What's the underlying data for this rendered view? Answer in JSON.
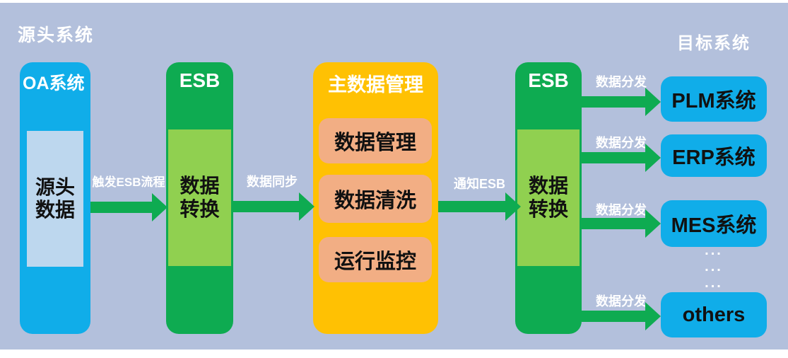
{
  "labels": {
    "source_system": "源头系统",
    "target_system": "目标系统"
  },
  "nodes": {
    "oa": {
      "title": "OA系统",
      "inner_lines": [
        "源头",
        "数据"
      ]
    },
    "esb_left": {
      "title": "ESB",
      "inner_lines": [
        "数据",
        "转换"
      ]
    },
    "mdm": {
      "title": "主数据管理",
      "items": [
        "数据管理",
        "数据清洗",
        "运行监控"
      ]
    },
    "esb_right": {
      "title": "ESB",
      "inner_lines": [
        "数据",
        "转换"
      ]
    },
    "targets": [
      "PLM系统",
      "ERP系统",
      "MES系统",
      "others"
    ],
    "ellipsis": [
      "...",
      "...",
      "..."
    ]
  },
  "arrows": {
    "trigger": "触发ESB流程",
    "sync": "数据同步",
    "notify": "通知ESB",
    "distribute": "数据分发"
  },
  "colors": {
    "background": "#b3c0dc",
    "frame": "#ffffff",
    "blue": "#10ade9",
    "light_blue": "#bdd7ee",
    "green": "#0eab51",
    "light_green": "#90d050",
    "orange": "#ffc103",
    "salmon": "#f2ae84",
    "label_text": "#ffffff",
    "node_text": "#111111"
  }
}
